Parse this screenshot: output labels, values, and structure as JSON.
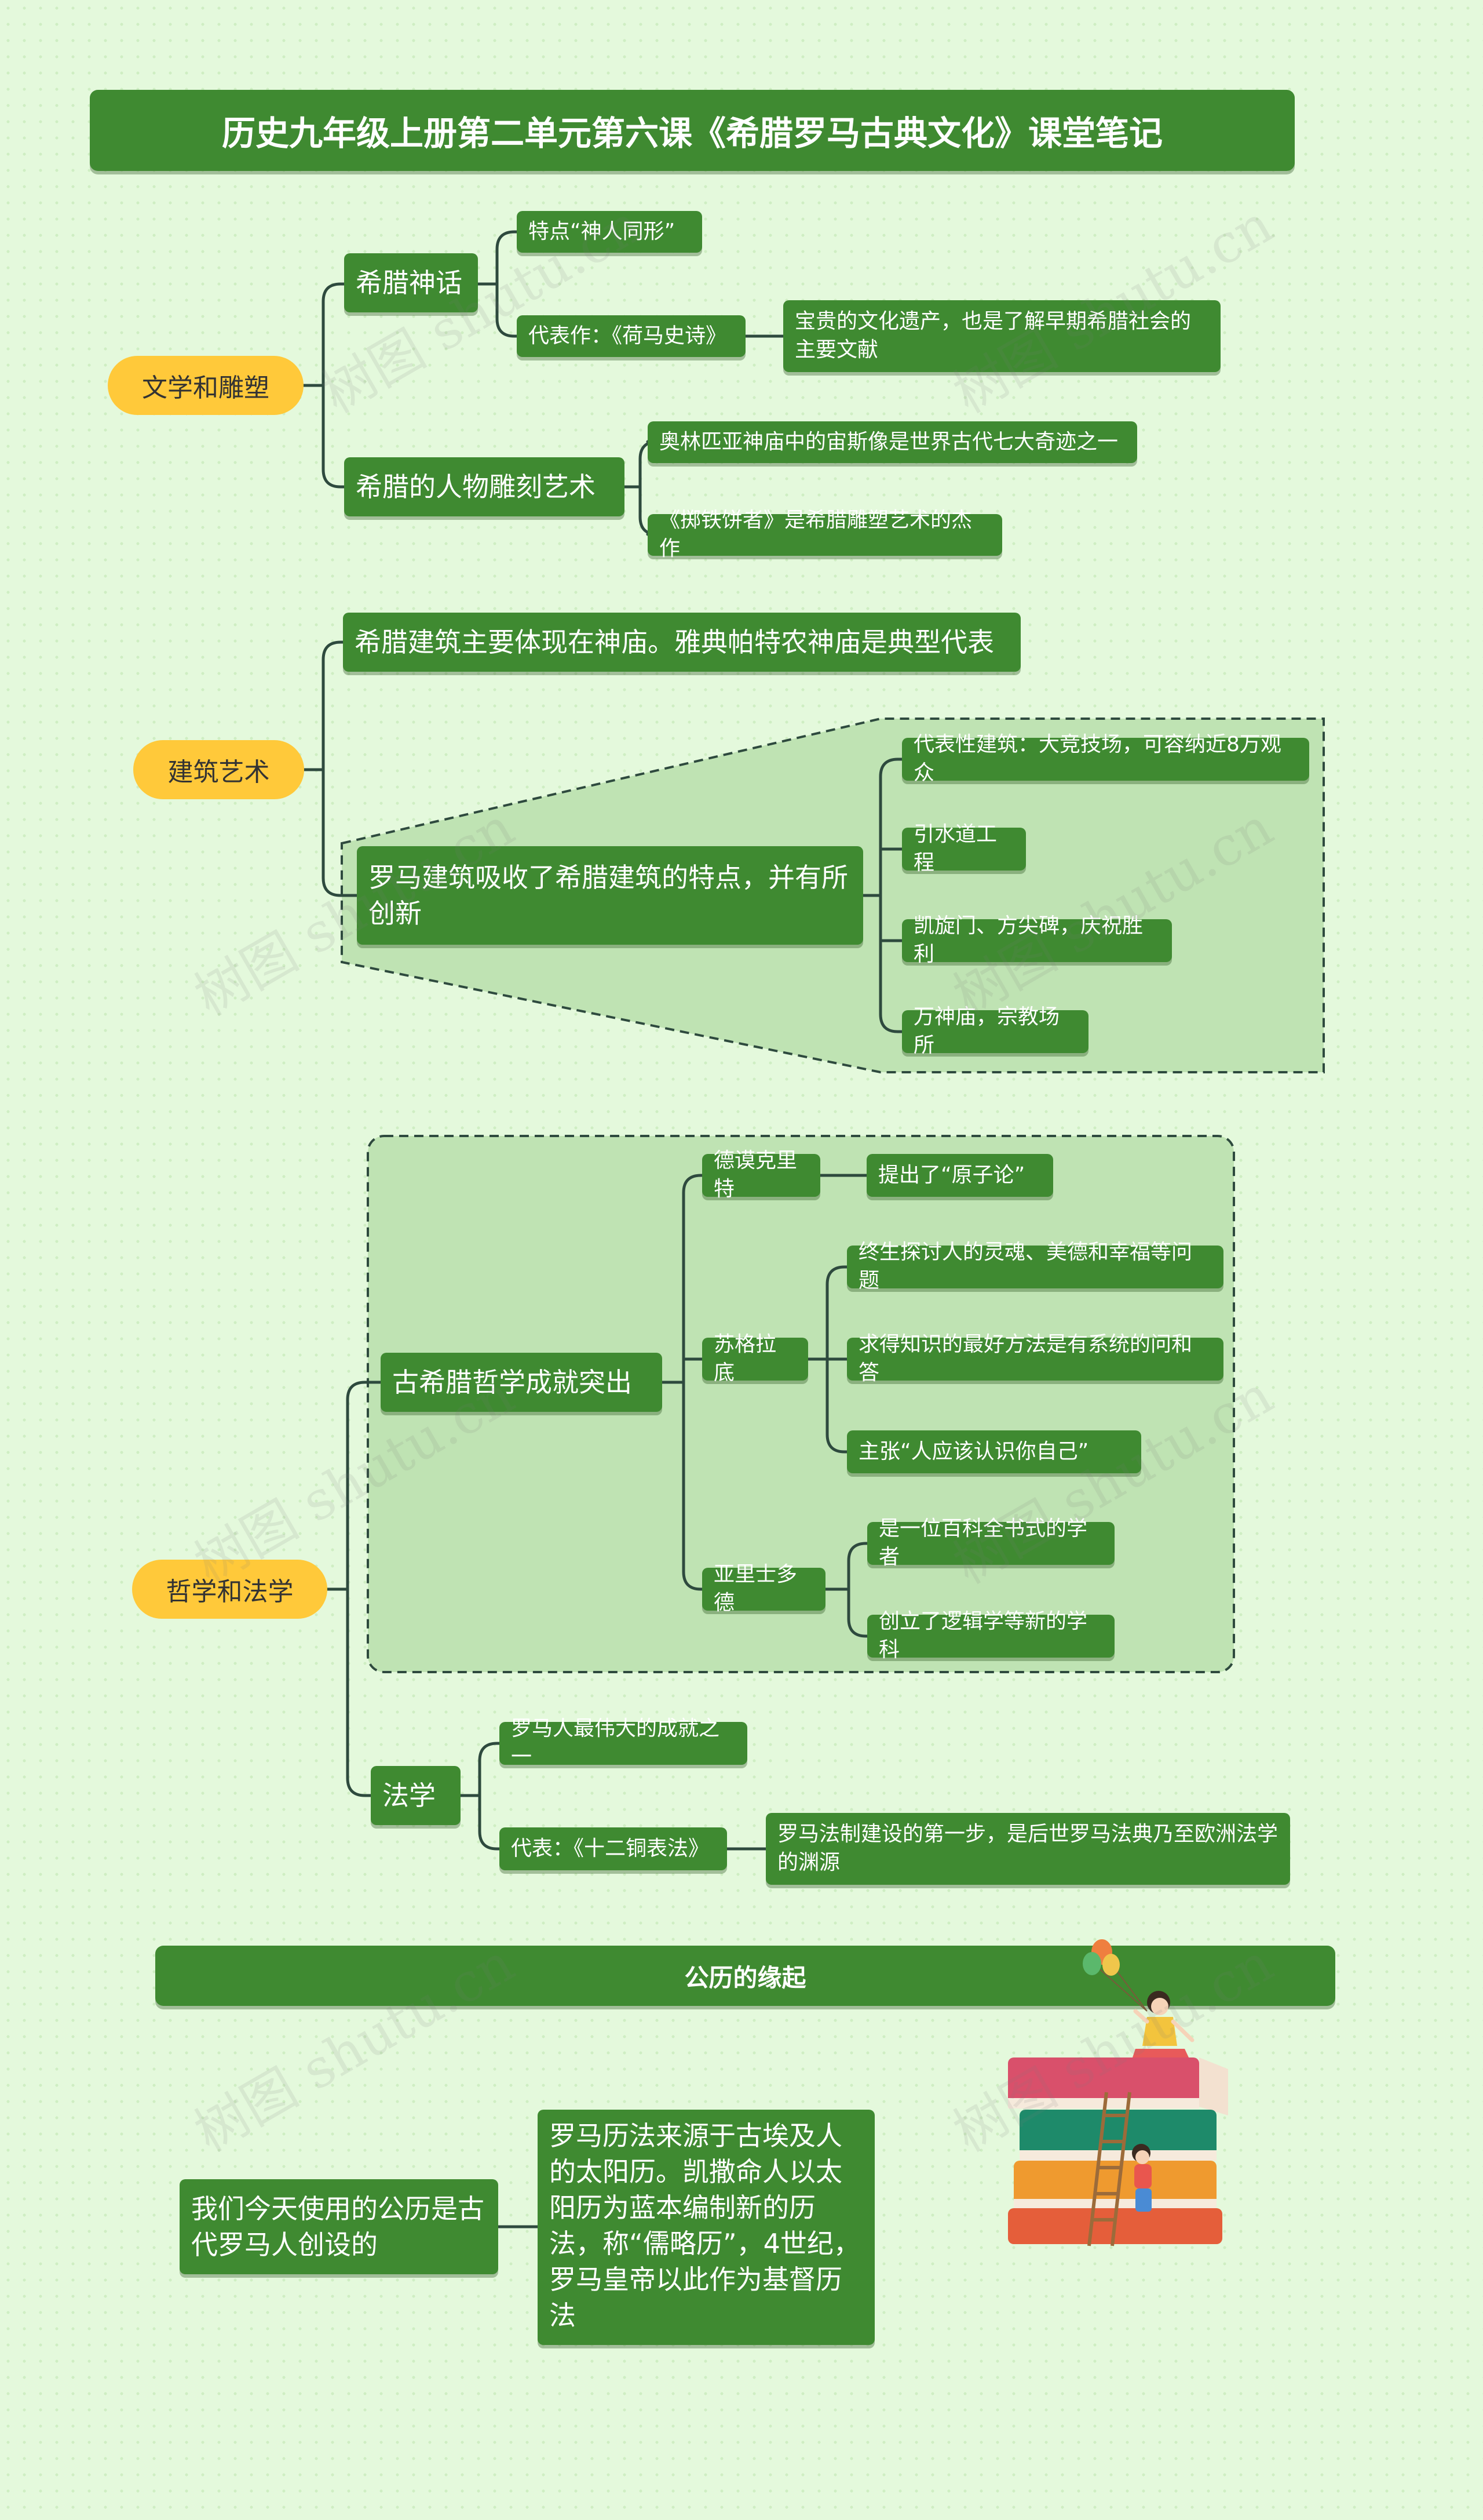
{
  "title": "历史九年级上册第二单元第六课《希腊罗马古典文化》课堂笔记",
  "sections": {
    "literature": {
      "label": "文学和雕塑",
      "myth": {
        "label": "希腊神话",
        "feature": "特点“神人同形”",
        "representative": "代表作：《荷马史诗》",
        "representative_note": "宝贵的文化遗产，也是了解早期希腊社会的主要文献"
      },
      "sculpture": {
        "label": "希腊的人物雕刻艺术",
        "items": [
          "奥林匹亚神庙中的宙斯像是世界古代七大奇迹之一",
          "《掷铁饼者》是希腊雕塑艺术的杰作"
        ]
      }
    },
    "architecture": {
      "label": "建筑艺术",
      "greek": "希腊建筑主要体现在神庙。雅典帕特农神庙是典型代表",
      "roman": "罗马建筑吸收了希腊建筑的特点，并有所创新",
      "roman_items": [
        "代表性建筑：大竞技场，可容纳近8万观众",
        "引水道工程",
        "凯旋门、方尖碑，庆祝胜利",
        "万神庙，宗教场所"
      ]
    },
    "philosophy": {
      "label": "哲学和法学",
      "greek_philosophy": "古希腊哲学成就突出",
      "democritus": {
        "name": "德谟克里特",
        "items": [
          "提出了“原子论”"
        ]
      },
      "socrates": {
        "name": "苏格拉底",
        "items": [
          "终生探讨人的灵魂、美德和幸福等问题",
          "求得知识的最好方法是有系统的问和答",
          "主张“人应该认识你自己”"
        ]
      },
      "aristotle": {
        "name": "亚里士多德",
        "items": [
          "是一位百科全书式的学者",
          "创立了逻辑学等新的学科"
        ]
      },
      "law": {
        "label": "法学",
        "item1": "罗马人最伟大的成就之一",
        "item2": "代表：《十二铜表法》",
        "item2_note": "罗马法制建设的第一步，是后世罗马法典乃至欧洲法学的渊源"
      }
    }
  },
  "calendar": {
    "title": "公历的缘起",
    "left": "我们今天使用的公历是古代罗马人创设的",
    "right": "罗马历法来源于古埃及人的太阳历。凯撒命人以太阳历为蓝本编制新的历法，称“儒略历”，4世纪，罗马皇帝以此作为基督历法"
  },
  "watermark": "树图 shutu.cn",
  "colors": {
    "node": "#3f8a31",
    "pill": "#ffc93a",
    "background": "#e4f9dc",
    "connector": "#2e4a3e",
    "dashed_fill": "#bfe3b3"
  }
}
